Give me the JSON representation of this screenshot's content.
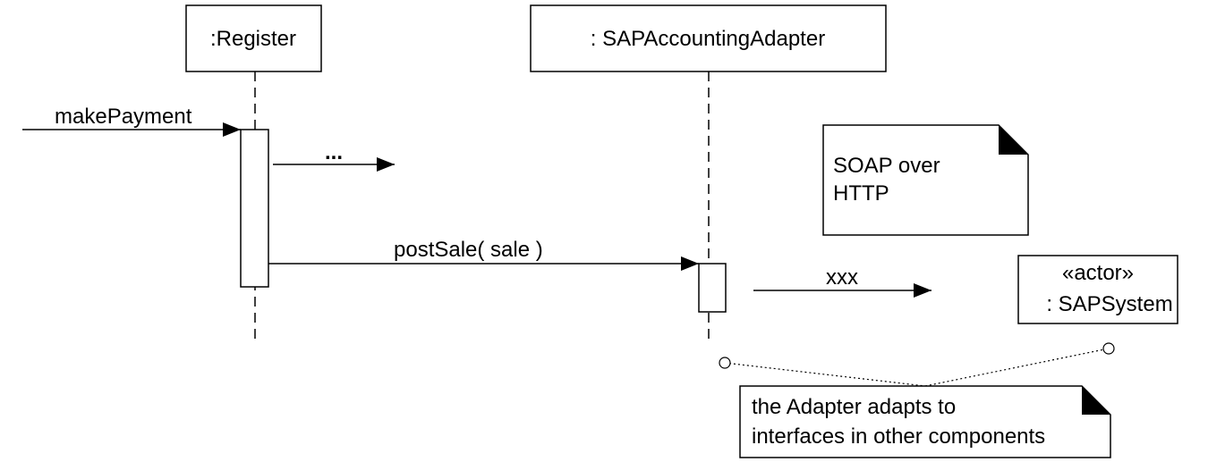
{
  "lifelines": {
    "register": {
      "label": ":Register"
    },
    "adapter": {
      "label": ": SAPAccountingAdapter"
    },
    "sap_system": {
      "stereotype": "«actor»",
      "label": ": SAPSystem"
    }
  },
  "messages": {
    "make_payment": "makePayment",
    "ellipsis": "...",
    "post_sale": "postSale( sale )",
    "xxx": "xxx"
  },
  "notes": {
    "soap": {
      "line1": "SOAP over",
      "line2": "HTTP"
    },
    "adapter": {
      "line1": "the Adapter adapts to",
      "line2": "interfaces in other components"
    }
  }
}
